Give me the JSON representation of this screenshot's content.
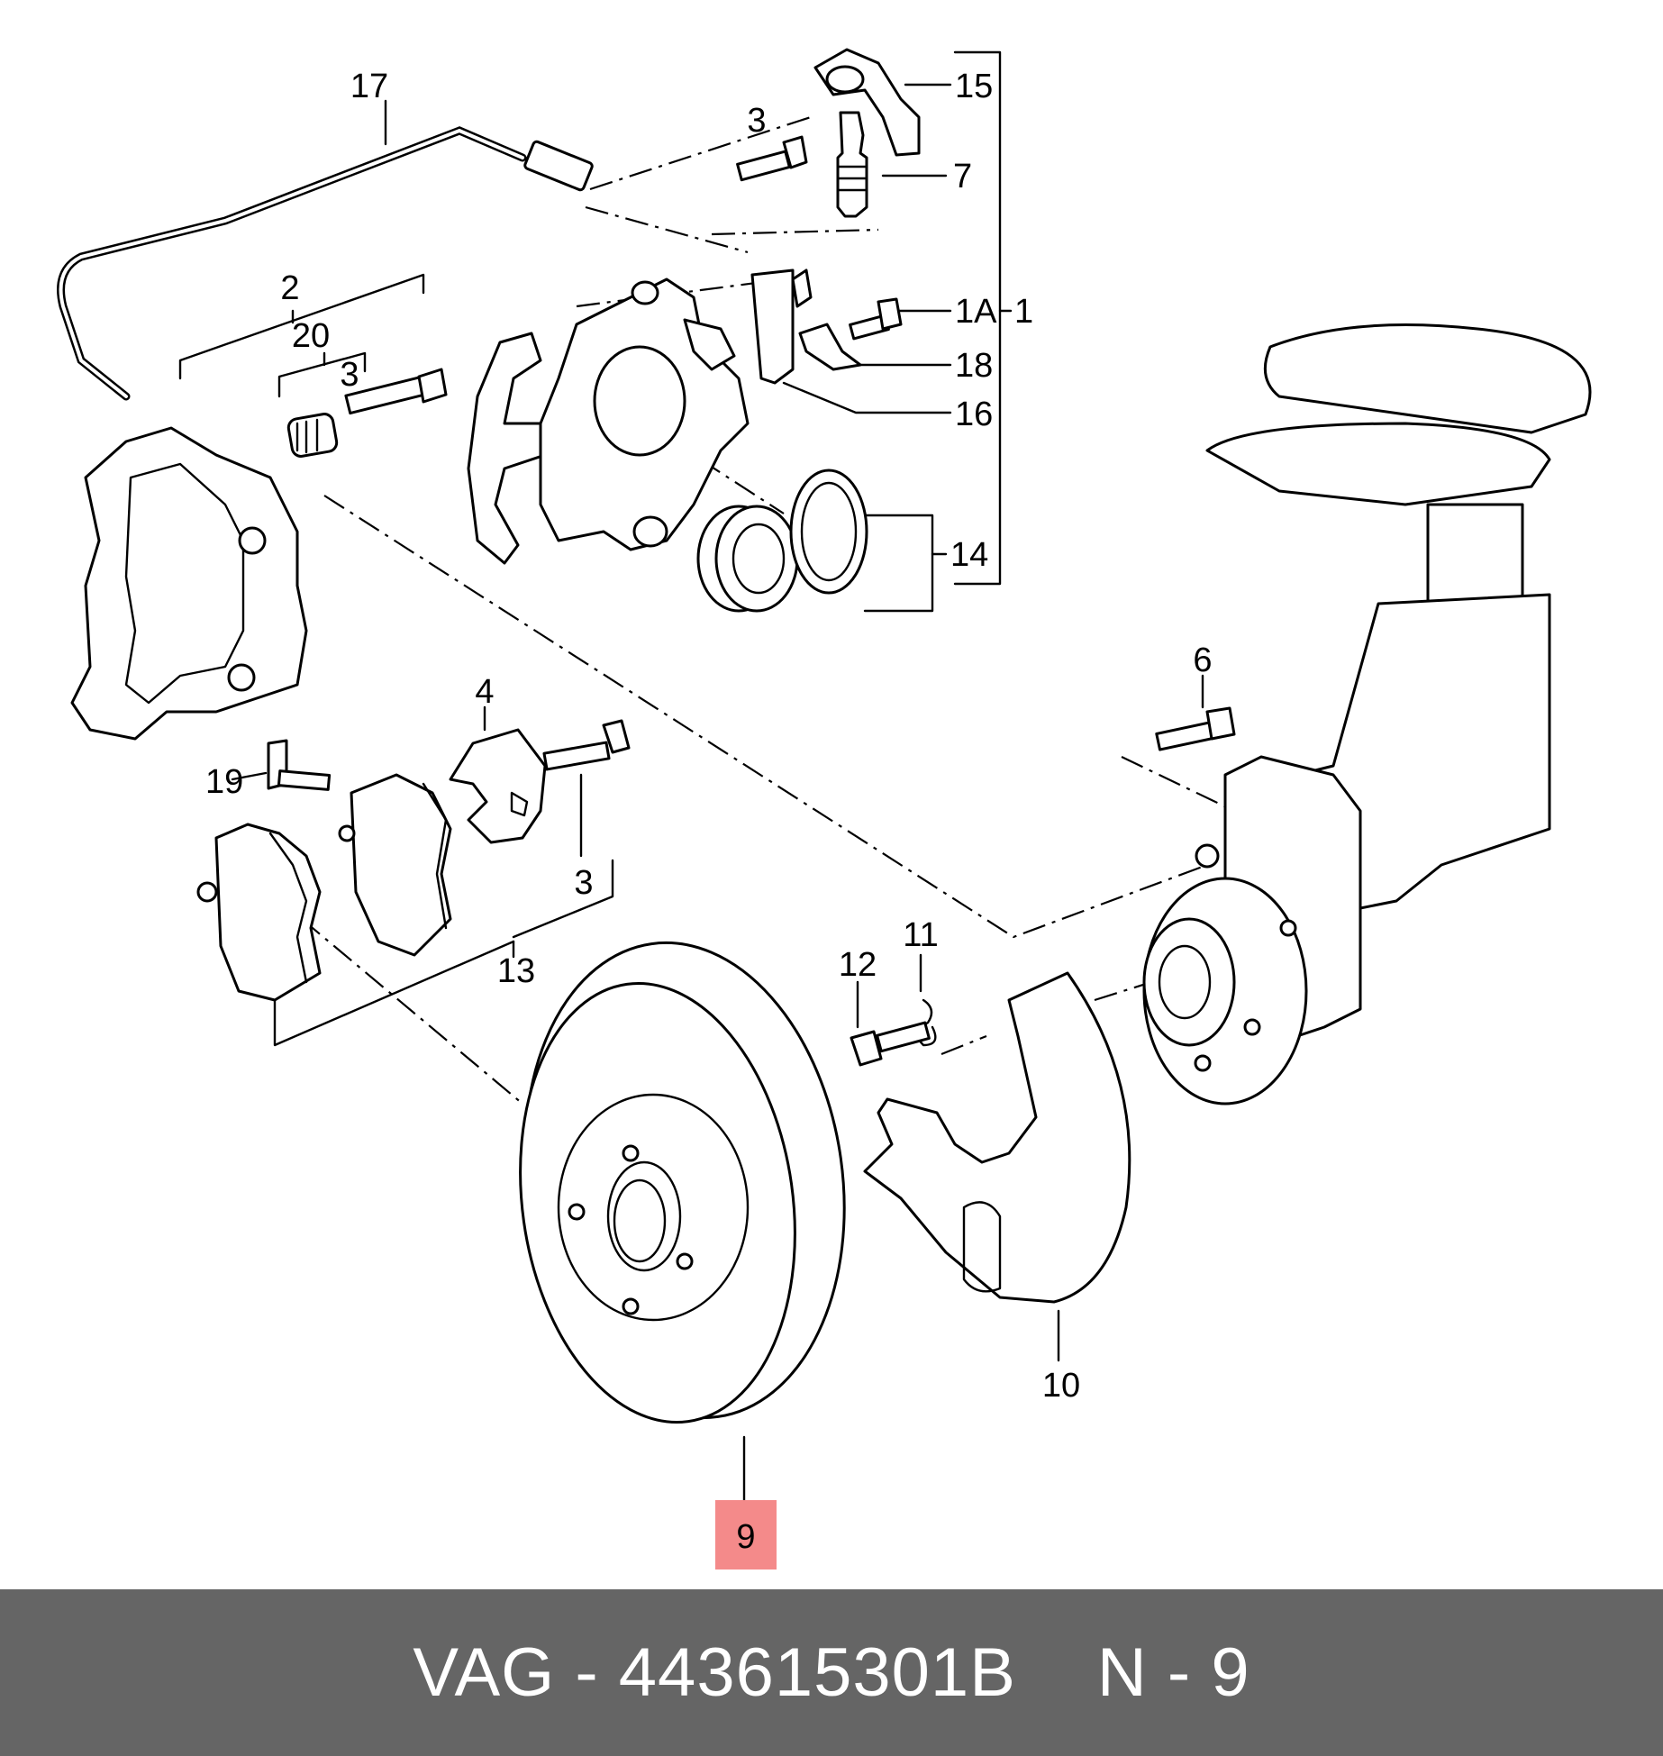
{
  "diagram": {
    "highlight_color": "#f48a8a",
    "callouts": {
      "c1": "1",
      "c1A": "1A",
      "c2": "2",
      "c3a": "3",
      "c3b": "3",
      "c3c": "3",
      "c4": "4",
      "c6": "6",
      "c7": "7",
      "c9": "9",
      "c10": "10",
      "c11": "11",
      "c12": "12",
      "c13": "13",
      "c14": "14",
      "c15": "15",
      "c16": "16",
      "c17": "17",
      "c18": "18",
      "c19": "19",
      "c20": "20"
    },
    "highlighted_callout": "9"
  },
  "footer": {
    "background": "#656565",
    "part_label": "VAG - 443615301B",
    "position_label": "N - 9"
  }
}
